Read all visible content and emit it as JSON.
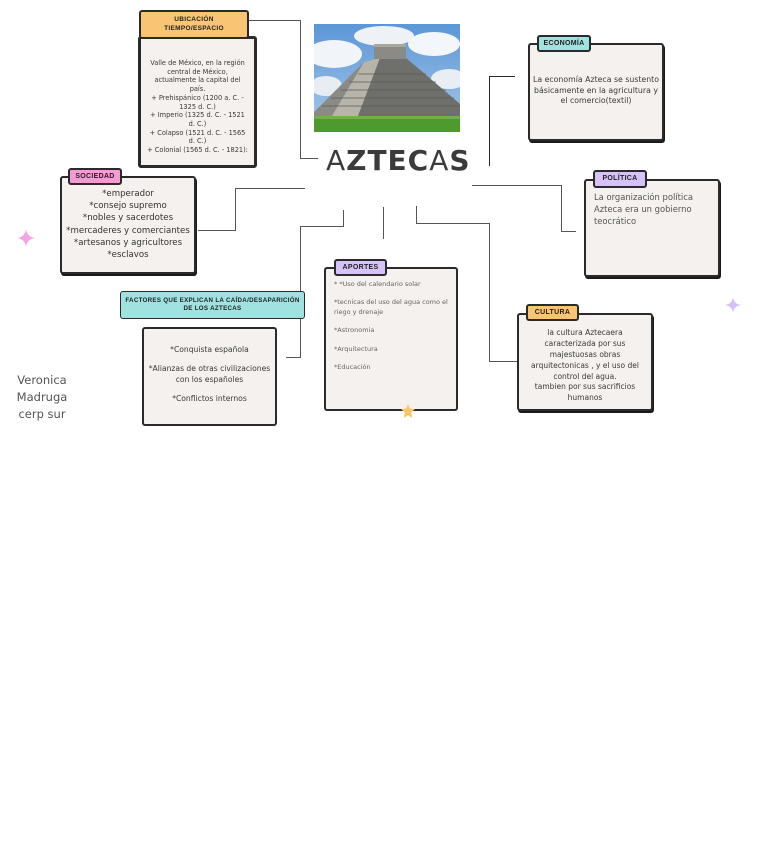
{
  "title": {
    "part1": "A",
    "part2": "ZTEC",
    "part3": "A",
    "part4": "S",
    "full": "AZTECAS"
  },
  "image": {
    "alt": "Pirámide de Kukulcán (El Castillo)"
  },
  "colors": {
    "orange": "#f9c474",
    "pink": "#f49bd6",
    "teal": "#9fe2e0",
    "purple": "#d7c2f8",
    "card_bg": "#f4f1ee",
    "border": "#2a2a2a",
    "sparkle_pink": "#f6a4e4",
    "sparkle_purple": "#d7bef8",
    "sparkle_orange": "#f7c46a"
  },
  "ubicacion": {
    "label_line1": "UBICACIÓN",
    "label_line2": "TIEMPO/ESPACIO",
    "lines": [
      "Valle de México, en la región central de México, actualmente la capital del país.",
      "+ Prehispánico (1200 a. C. - 1325 d. C.)",
      "+ Imperio (1325 d. C. - 1521 d. C.)",
      "+ Colapso (1521 d. C. - 1565 d. C.)",
      "+ Colonial (1565 d. C. - 1821):"
    ]
  },
  "economia": {
    "label": "ECONOMÍA",
    "text": "La economía Azteca se sustento básicamente en la agricultura y el comercio(textil)"
  },
  "politica": {
    "label": "POLÍTICA",
    "text": "La organización política Azteca era un gobierno teocrático"
  },
  "sociedad": {
    "label": "SOCIEDAD",
    "items": [
      "*emperador",
      "*consejo supremo",
      "*nobles y sacerdotes",
      "*mercaderes y comerciantes",
      "*artesanos y agricultores",
      "*esclavos"
    ]
  },
  "factores": {
    "label": "FACTORES QUE EXPLICAN LA CAÍDA/DESAPARICIÓN DE LOS AZTECAS",
    "items": [
      "*Conquista española",
      "*Alianzas de otras civilizaciones con los españoles",
      "*Conflictos internos"
    ]
  },
  "aportes": {
    "label": "APORTES",
    "items": [
      "* *Uso del calendario solar",
      "*tecnicas del uso del agua como el riego y drenaje",
      "*Astronomia",
      "*Arquitectura",
      "*Educación"
    ]
  },
  "cultura": {
    "label": "CULTURA",
    "text_lines": [
      "la cultura Aztecaera caracterizada por sus majestuosas obras arquitectonicas , y el uso del control del agua.",
      "tambien por sus sacrificios humanos"
    ]
  },
  "author": {
    "line1": "Veronica",
    "line2": "Madruga",
    "line3": "cerp sur"
  }
}
